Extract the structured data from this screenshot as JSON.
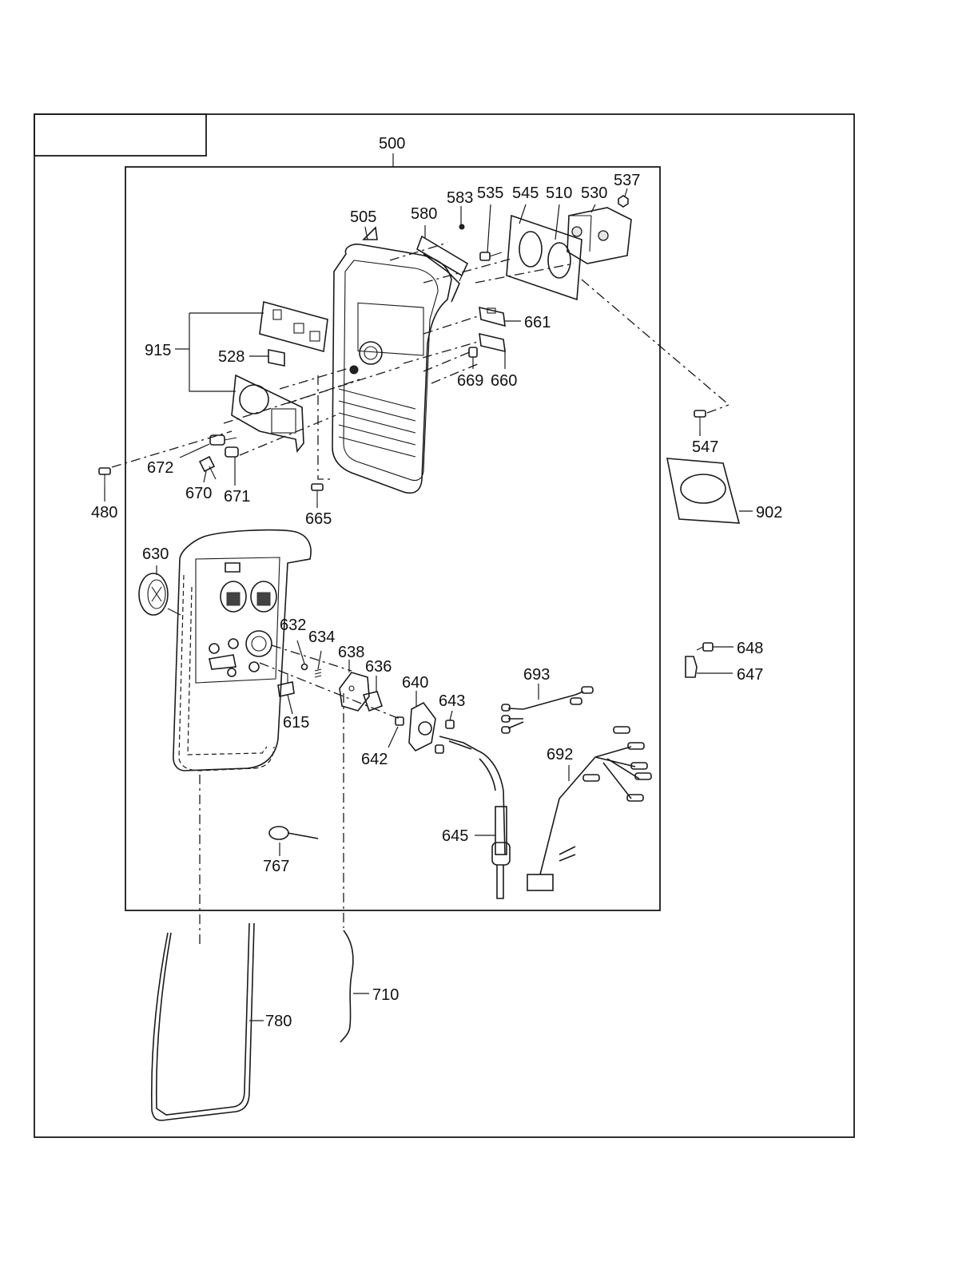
{
  "diagram": {
    "header_box_text": "",
    "assembly_label": "500",
    "part_labels": [
      "505",
      "580",
      "583",
      "535",
      "545",
      "510",
      "530",
      "537",
      "661",
      "660",
      "669",
      "915",
      "528",
      "672",
      "670",
      "671",
      "480",
      "665",
      "547",
      "902",
      "630",
      "632",
      "634",
      "638",
      "636",
      "640",
      "643",
      "615",
      "642",
      "693",
      "692",
      "645",
      "648",
      "647",
      "767",
      "710",
      "780"
    ]
  }
}
